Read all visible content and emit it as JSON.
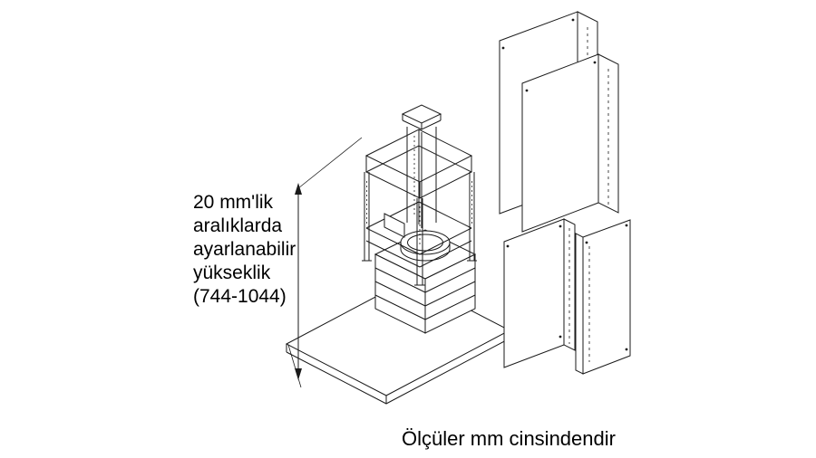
{
  "annotation": {
    "lines": [
      "20 mm'lik",
      "aralıklarda",
      "ayarlanabilir",
      "yükseklik",
      "(744-1044)"
    ]
  },
  "caption": "Ölçüler mm cinsindendir",
  "colors": {
    "line": "#1a1a1a",
    "background": "#ffffff"
  },
  "icons": {
    "dimension_arrow": "double-headed-vertical-arrow"
  }
}
